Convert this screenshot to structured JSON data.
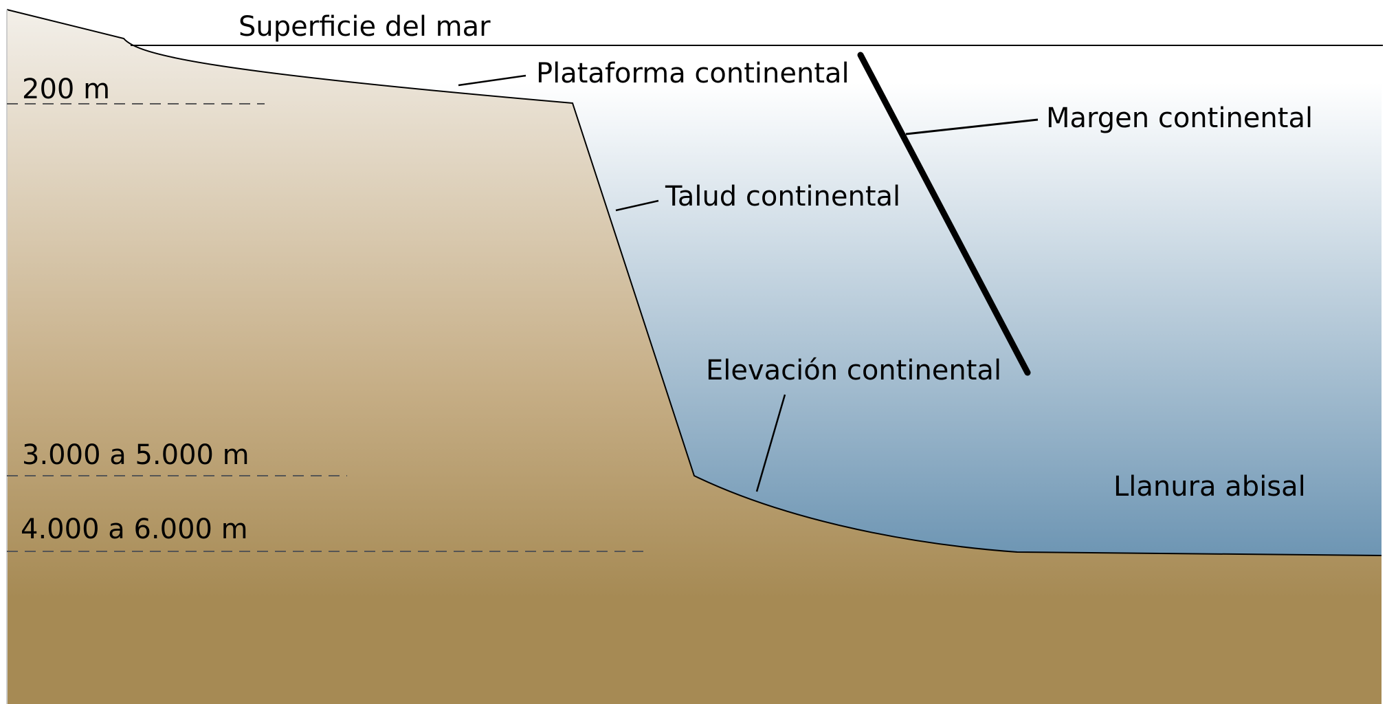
{
  "labels": {
    "sea_surface": "Superficie del mar",
    "continental_shelf": "Plataforma continental",
    "continental_margin": "Margen continental",
    "continental_slope": "Talud continental",
    "continental_rise": "Elevación continental",
    "abyssal_plain": "Llanura abisal"
  },
  "depths": {
    "d200": "200 m",
    "d3000": "3.000 a 5.000 m",
    "d4000": "4.000 a 6.000 m"
  },
  "colors": {
    "land_top": "#f4f1ec",
    "land_bottom": "#a68a54",
    "water_top": "#ffffff",
    "water_bottom": "#6d95b3",
    "outline": "#000000",
    "dash": "#555555"
  }
}
